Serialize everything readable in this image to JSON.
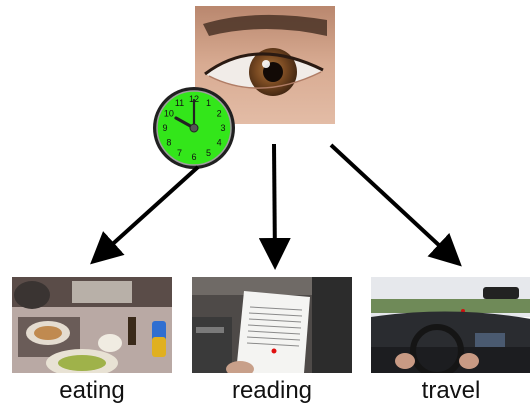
{
  "center": {
    "image": "eye-closeup"
  },
  "clock": {
    "face_color": "#33e61a",
    "numbers": [
      "12",
      "1",
      "2",
      "3",
      "4",
      "5",
      "6",
      "7",
      "8",
      "9",
      "10",
      "11"
    ]
  },
  "activities": [
    {
      "label": "eating",
      "image": "cafeteria-meal"
    },
    {
      "label": "reading",
      "image": "document-in-hand"
    },
    {
      "label": "travel",
      "image": "car-dashboard-road"
    }
  ]
}
